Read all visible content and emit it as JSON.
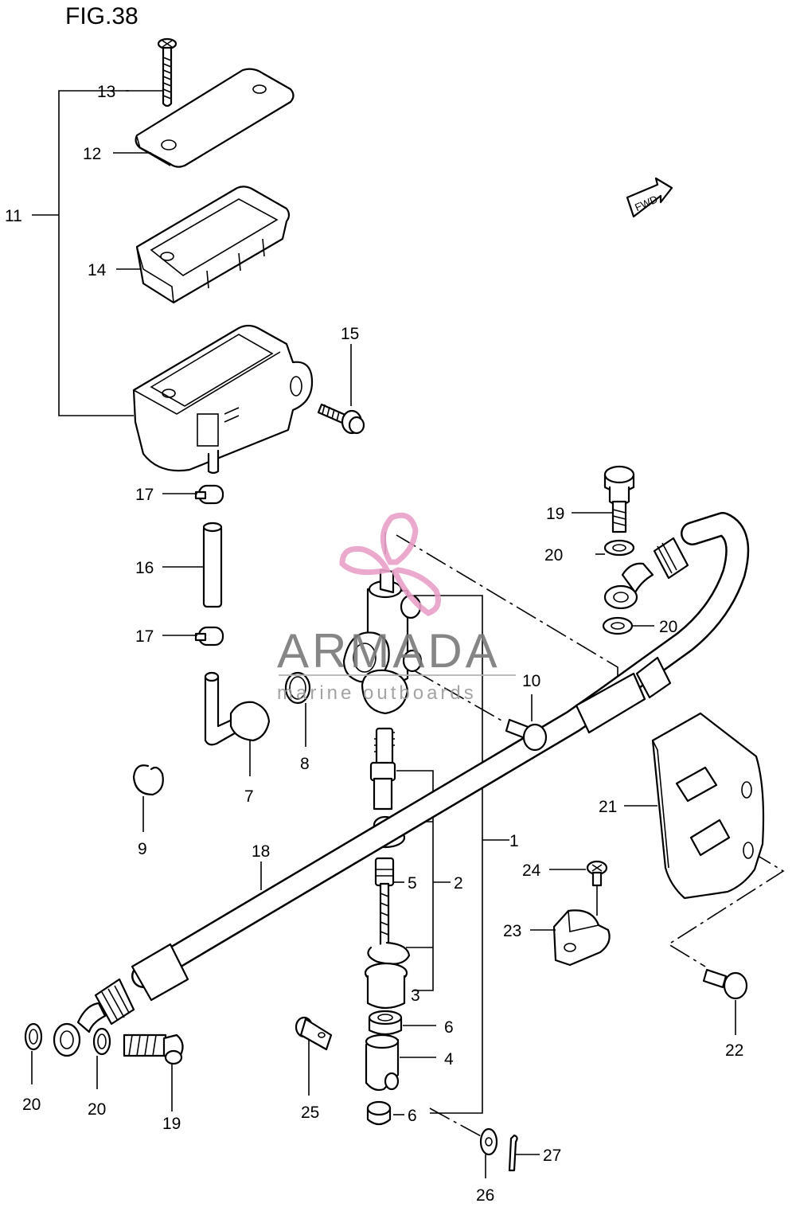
{
  "figure": {
    "title": "FIG.38"
  },
  "watermark": {
    "name": "ARMADA",
    "subtitle": "marine outboards",
    "color": "#e8a0c8"
  },
  "direction_marker": {
    "text": "FWD"
  },
  "callouts": [
    {
      "id": "c1",
      "text": "1"
    },
    {
      "id": "c2",
      "text": "2"
    },
    {
      "id": "c3",
      "text": "3"
    },
    {
      "id": "c4",
      "text": "4"
    },
    {
      "id": "c5",
      "text": "5"
    },
    {
      "id": "c6a",
      "text": "6"
    },
    {
      "id": "c6b",
      "text": "6"
    },
    {
      "id": "c7",
      "text": "7"
    },
    {
      "id": "c8",
      "text": "8"
    },
    {
      "id": "c9",
      "text": "9"
    },
    {
      "id": "c10",
      "text": "10"
    },
    {
      "id": "c11",
      "text": "11"
    },
    {
      "id": "c12",
      "text": "12"
    },
    {
      "id": "c13",
      "text": "13"
    },
    {
      "id": "c14",
      "text": "14"
    },
    {
      "id": "c15",
      "text": "15"
    },
    {
      "id": "c16",
      "text": "16"
    },
    {
      "id": "c17a",
      "text": "17"
    },
    {
      "id": "c17b",
      "text": "17"
    },
    {
      "id": "c18",
      "text": "18"
    },
    {
      "id": "c19a",
      "text": "19"
    },
    {
      "id": "c19b",
      "text": "19"
    },
    {
      "id": "c20a",
      "text": "20"
    },
    {
      "id": "c20b",
      "text": "20"
    },
    {
      "id": "c20c",
      "text": "20"
    },
    {
      "id": "c20d",
      "text": "20"
    },
    {
      "id": "c21",
      "text": "21"
    },
    {
      "id": "c22",
      "text": "22"
    },
    {
      "id": "c23",
      "text": "23"
    },
    {
      "id": "c24",
      "text": "24"
    },
    {
      "id": "c25",
      "text": "25"
    },
    {
      "id": "c26",
      "text": "26"
    },
    {
      "id": "c27",
      "text": "27"
    }
  ]
}
